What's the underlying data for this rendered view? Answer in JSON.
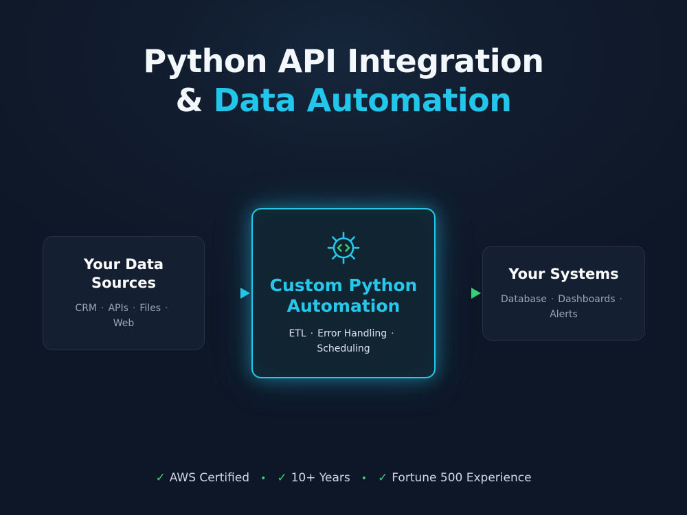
{
  "title": {
    "line1": "Python API Integration",
    "line2_prefix": "&",
    "line2_accent": "Data Automation"
  },
  "flow": {
    "source": {
      "heading_line1": "Your Data",
      "heading_line2": "Sources",
      "tags": [
        "CRM",
        "APIs",
        "Files",
        "Web"
      ]
    },
    "core": {
      "icon": "gear-code-icon",
      "heading_line1": "Custom Python",
      "heading_line2": "Automation",
      "tags": [
        "ETL",
        "Error Handling",
        "Scheduling"
      ]
    },
    "target": {
      "heading": "Your Systems",
      "tags": [
        "Database",
        "Dashboards",
        "Alerts"
      ]
    }
  },
  "badges": [
    "AWS Certified",
    "10+ Years",
    "Fortune 500 Experience"
  ],
  "separator": "·",
  "check_glyph": "✓",
  "badge_separator": "•",
  "colors": {
    "accent": "#22c6ea",
    "success": "#37d27e",
    "background": "#111c2e",
    "card": "#151f32"
  }
}
